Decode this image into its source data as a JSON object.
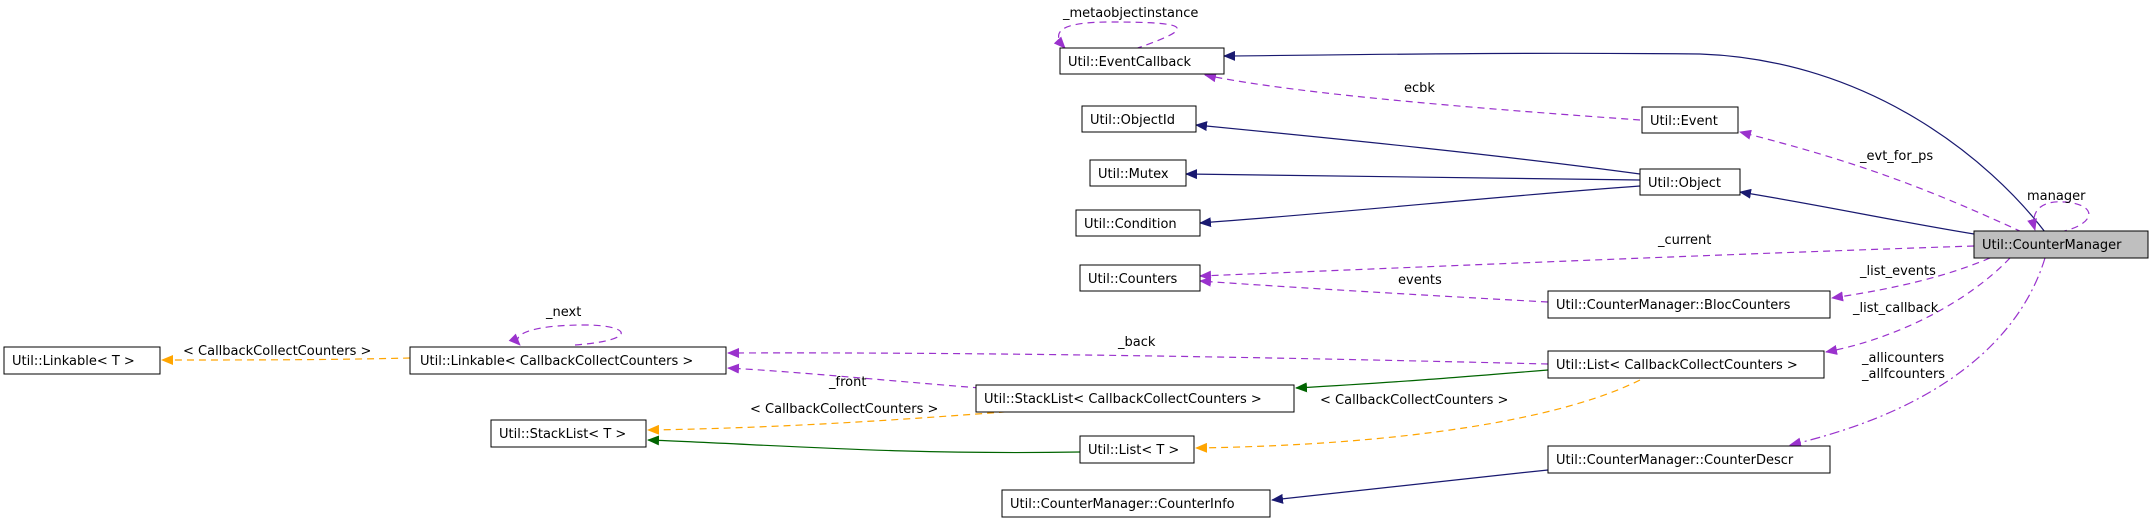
{
  "colors": {
    "inherit": "#191970",
    "usage": "#9a32cd",
    "template": "#ffa500",
    "instance": "#006400",
    "focus_fill": "#bfbfbf"
  },
  "nodes": {
    "counter_manager": "Util::CounterManager",
    "event_callback": "Util::EventCallback",
    "object_id": "Util::ObjectId",
    "mutex": "Util::Mutex",
    "condition": "Util::Condition",
    "counters": "Util::Counters",
    "event": "Util::Event",
    "object": "Util::Object",
    "bloc_counters": "Util::CounterManager::BlocCounters",
    "list_callback": "Util::List< CallbackCollectCounters >",
    "linkable_callback": "Util::Linkable< CallbackCollectCounters >",
    "linkable_t": "Util::Linkable< T >",
    "stacklist_callback": "Util::StackList< CallbackCollectCounters >",
    "stacklist_t": "Util::StackList< T >",
    "list_t": "Util::List< T >",
    "counter_descr": "Util::CounterManager::CounterDescr",
    "counter_info": "Util::CounterManager::CounterInfo"
  },
  "edge_labels": {
    "metaobjectinstance": "_metaobjectinstance",
    "ecbk": "ecbk",
    "evt_for_ps": "_evt_for_ps",
    "manager": "manager",
    "current": "_current",
    "events": "events",
    "list_events": "_list_events",
    "list_callback": "_list_callback",
    "next": "_next",
    "back": "_back",
    "front": "_front",
    "tmpl_linkable": "< CallbackCollectCounters >",
    "tmpl_stacklist": "< CallbackCollectCounters >",
    "tmpl_list": "< CallbackCollectCounters >",
    "allicounters": "_allicounters",
    "allfcounters": "_allfcounters"
  }
}
